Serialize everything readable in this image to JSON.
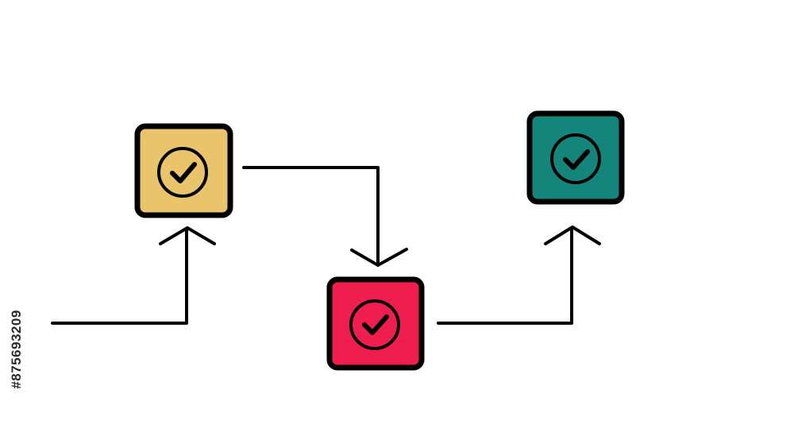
{
  "diagram": {
    "nodes": [
      {
        "id": "step-1",
        "color": "#E9C46A",
        "icon": "check-circle-icon",
        "status": "checked"
      },
      {
        "id": "step-2",
        "color": "#EF1E4F",
        "icon": "check-circle-icon",
        "status": "checked"
      },
      {
        "id": "step-3",
        "color": "#13857A",
        "icon": "check-circle-icon",
        "status": "checked"
      }
    ],
    "connectors": [
      {
        "from": "start",
        "to": "step-1",
        "style": "arrow"
      },
      {
        "from": "step-1",
        "to": "step-2",
        "style": "arrow"
      },
      {
        "from": "step-2",
        "to": "step-3",
        "style": "arrow"
      }
    ],
    "line_color": "#000000",
    "background": "#ffffff"
  },
  "watermark": {
    "id_text": "#875693209"
  }
}
